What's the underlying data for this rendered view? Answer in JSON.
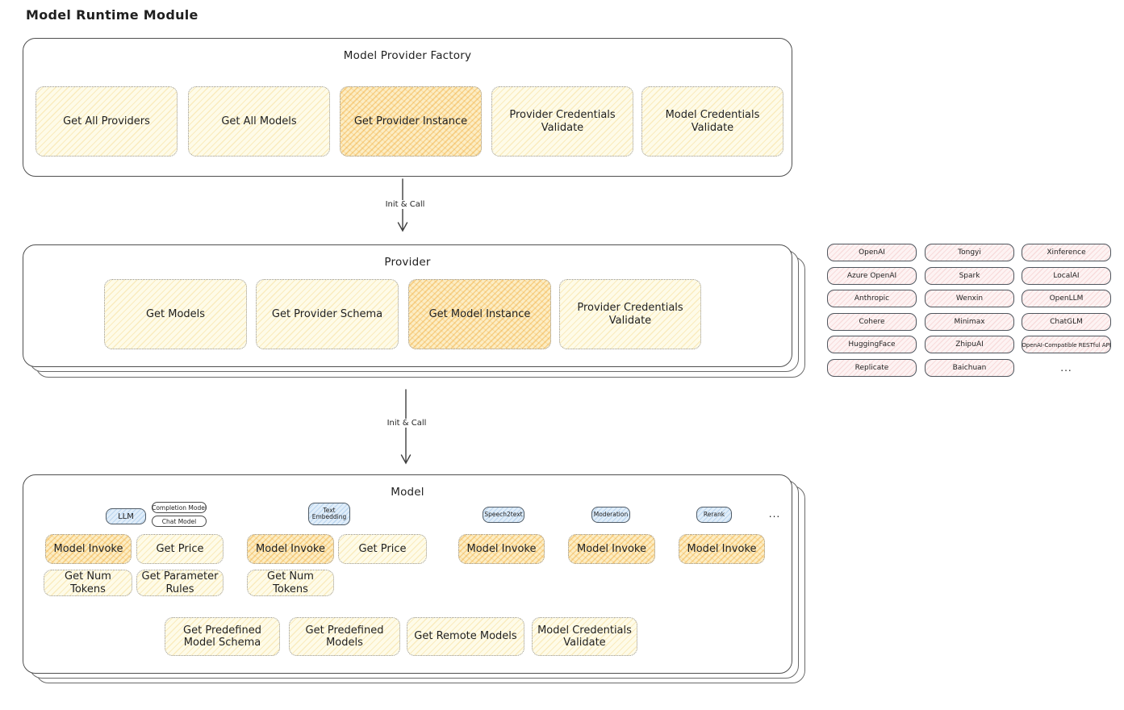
{
  "page_title": "Model Runtime Module",
  "colors": {
    "node_yellow": "#fdf6dc",
    "node_orange": "#fbe4ad",
    "provider_pink": "#fdf1f1",
    "tab_blue": "#dcebf8",
    "stroke_dark": "#3f3f3f"
  },
  "arrows": {
    "init_call": "Init & Call"
  },
  "factory": {
    "title": "Model Provider Factory",
    "items": [
      {
        "label": "Get All Providers"
      },
      {
        "label": "Get All Models"
      },
      {
        "label": "Get Provider Instance"
      },
      {
        "label": "Provider Credentials Validate"
      },
      {
        "label": "Model Credentials Validate"
      }
    ]
  },
  "provider": {
    "title": "Provider",
    "items": [
      {
        "label": "Get Models"
      },
      {
        "label": "Get Provider Schema"
      },
      {
        "label": "Get Model Instance"
      },
      {
        "label": "Provider Credentials Validate"
      }
    ]
  },
  "providers_panel": {
    "columns": [
      {
        "items": [
          "OpenAI",
          "Azure OpenAI",
          "Anthropic",
          "Cohere",
          "HuggingFace",
          "Replicate"
        ]
      },
      {
        "items": [
          "Tongyi",
          "Spark",
          "Wenxin",
          "Minimax",
          "ZhipuAI",
          "Baichuan"
        ]
      },
      {
        "items": [
          "Xinference",
          "LocalAI",
          "OpenLLM",
          "ChatGLM",
          "OpenAI-Compatible RESTful API"
        ]
      }
    ],
    "more": "..."
  },
  "model": {
    "title": "Model",
    "tabs": {
      "llm": "LLM",
      "completion_model": "Completion Model",
      "chat_model": "Chat Model",
      "text_embedding": "Text Embedding",
      "speech2text": "Speech2text",
      "moderation": "Moderation",
      "rerank": "Rerank",
      "more": "..."
    },
    "ops": {
      "model_invoke": "Model Invoke",
      "get_price": "Get Price",
      "get_num_tokens": "Get Num Tokens",
      "get_parameter_rules": "Get Parameter Rules",
      "get_predefined_model_schema": "Get Predefined Model Schema",
      "get_predefined_models": "Get Predefined Models",
      "get_remote_models": "Get Remote Models",
      "model_credentials_validate": "Model Credentials Validate"
    }
  }
}
